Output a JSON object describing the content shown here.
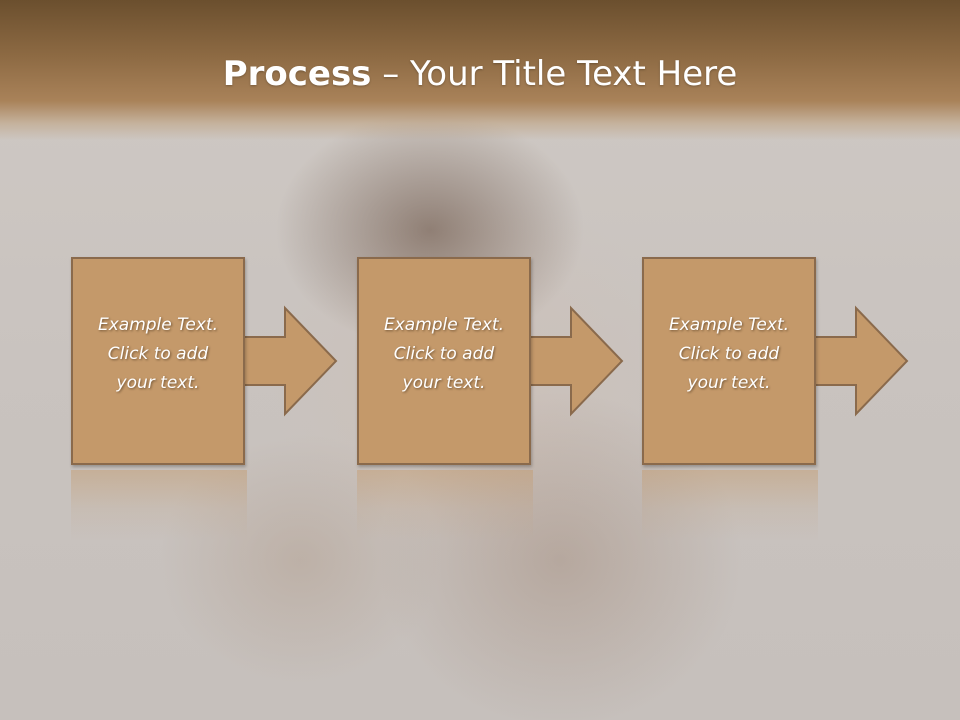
{
  "slide": {
    "title_bold": "Process",
    "title_rest": " – Your Title Text Here"
  },
  "steps": [
    {
      "line1": "Example Text.",
      "line2": "Click  to add",
      "line3": "your text."
    },
    {
      "line1": "Example Text.",
      "line2": "Click  to add",
      "line3": "your text."
    },
    {
      "line1": "Example Text.",
      "line2": "Click  to add",
      "line3": "your text."
    }
  ],
  "colors": {
    "box_fill": "#c4996a",
    "box_border": "#8a6a4c",
    "header": "#8d6a43"
  }
}
